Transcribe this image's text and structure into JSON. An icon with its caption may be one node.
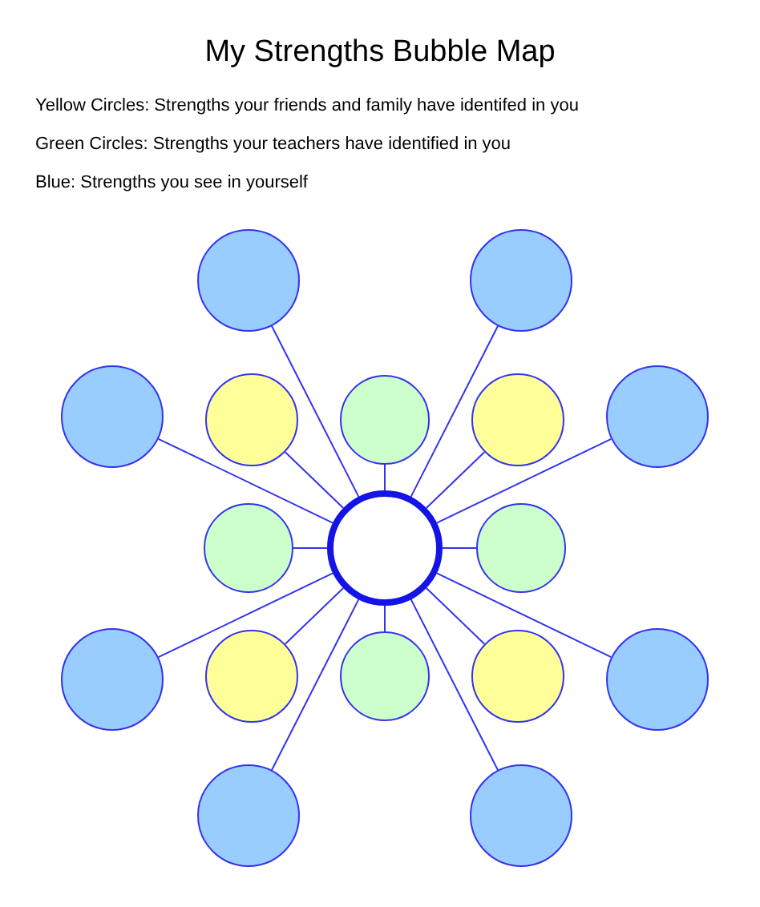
{
  "diagram": {
    "title": "My Strengths Bubble Map",
    "nodes": [
      {
        "text": [],
        "shape": "circle"
      },
      {
        "text": [],
        "shape": "circle"
      },
      {
        "text": [],
        "shape": "circle"
      },
      {
        "text": [],
        "shape": "circle"
      },
      {
        "text": [],
        "shape": "circle"
      },
      {
        "text": [],
        "shape": "circle"
      },
      {
        "text": [],
        "shape": "circle"
      },
      {
        "text": [],
        "shape": "circle"
      },
      {
        "text": [],
        "shape": "circle"
      },
      {
        "text": [],
        "shape": "circle"
      },
      {
        "text": [],
        "shape": "circle"
      },
      {
        "text": [],
        "shape": "circle"
      },
      {
        "text": [],
        "shape": "circle"
      },
      {
        "text": [],
        "shape": "circle"
      },
      {
        "text": [],
        "shape": "circle"
      },
      {
        "text": [],
        "shape": "circle"
      },
      {
        "text": [],
        "shape": "circle"
      }
    ],
    "edges": [
      {
        "from": 8,
        "to": 0,
        "arrow": "none"
      },
      {
        "from": 8,
        "to": 1,
        "arrow": "none"
      },
      {
        "from": 8,
        "to": 2,
        "arrow": "none"
      },
      {
        "from": 8,
        "to": 3,
        "arrow": "none"
      },
      {
        "from": 8,
        "to": 4,
        "arrow": "none"
      },
      {
        "from": 8,
        "to": 5,
        "arrow": "none"
      },
      {
        "from": 8,
        "to": 6,
        "arrow": "none"
      },
      {
        "from": 8,
        "to": 7,
        "arrow": "none"
      },
      {
        "from": 8,
        "to": 9,
        "arrow": "none"
      },
      {
        "from": 8,
        "to": 10,
        "arrow": "none"
      },
      {
        "from": 8,
        "to": 11,
        "arrow": "none"
      },
      {
        "from": 8,
        "to": 12,
        "arrow": "none"
      },
      {
        "from": 8,
        "to": 13,
        "arrow": "none"
      },
      {
        "from": 8,
        "to": 14,
        "arrow": "none"
      },
      {
        "from": 8,
        "to": 15,
        "arrow": "none"
      },
      {
        "from": 8,
        "to": 16,
        "arrow": "none"
      }
    ],
    "labels": [
      "Yellow Circles: Strengths your friends and family have identifed in you",
      "Green Circles:  Strengths your teachers have identified in you",
      "Blue: Strengths you see in yourself"
    ]
  }
}
